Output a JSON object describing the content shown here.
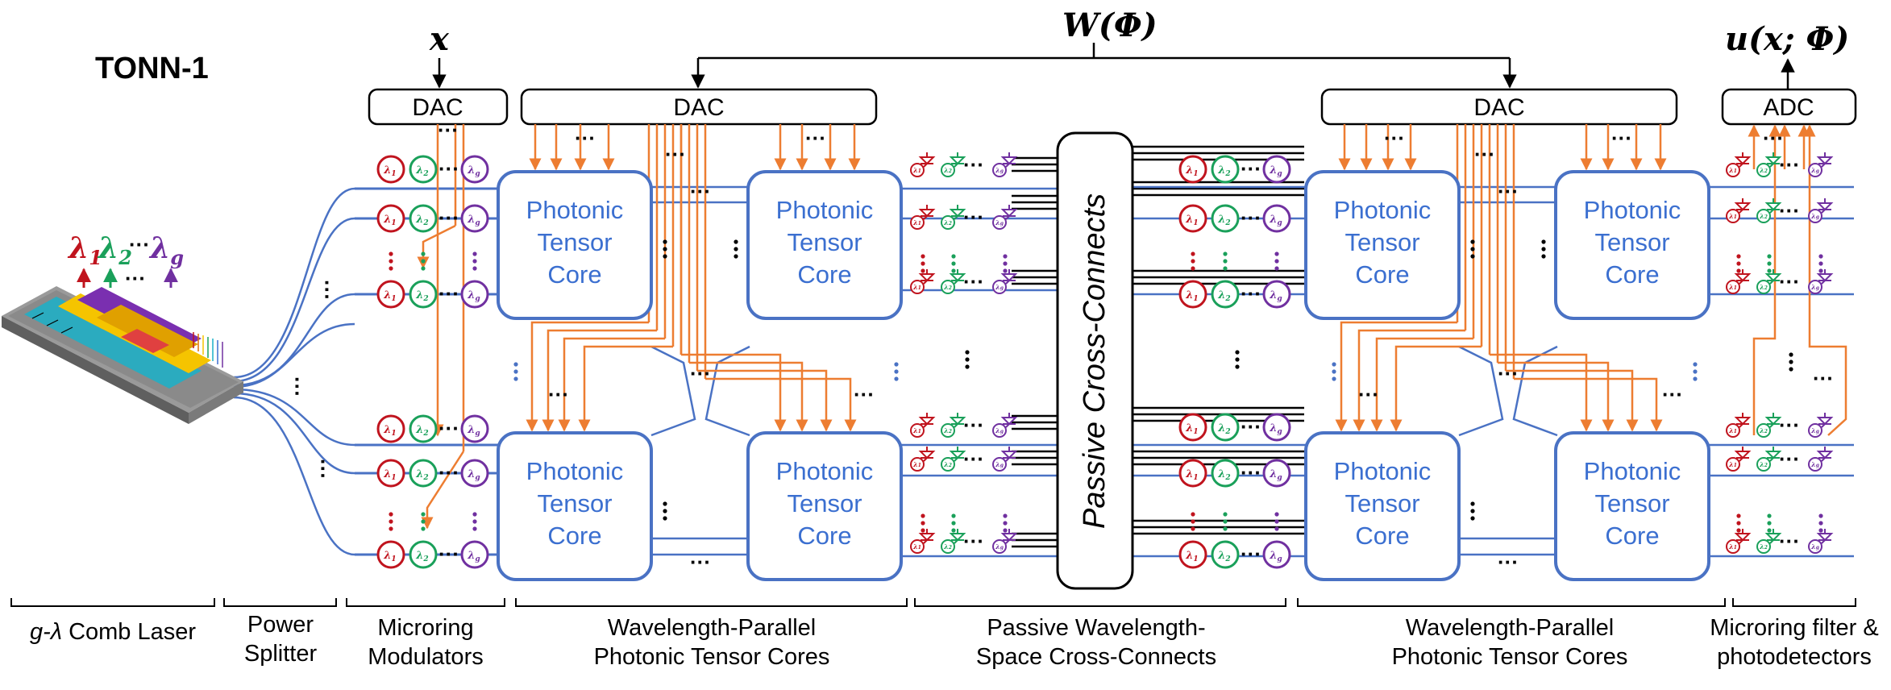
{
  "title": "TONN-1",
  "labels": {
    "input": "x",
    "weights": "W(Φ)",
    "output": "u(x; Φ)",
    "dac": "DAC",
    "adc": "ADC",
    "ptc_line1": "Photonic",
    "ptc_line2": "Tensor",
    "ptc_line3": "Core",
    "cross_connects": "Passive Cross-Connects",
    "lambda_1": "λ",
    "lambda_2": "λ",
    "lambda_g": "λ",
    "lambda_1_sub": "1",
    "lambda_2_sub": "2",
    "lambda_g_sub": "g",
    "ellipsis": "···"
  },
  "sections": {
    "comb_laser_prefix": "g-λ",
    "comb_laser_suffix": " Comb Laser",
    "power_splitter_1": "Power",
    "power_splitter_2": "Splitter",
    "modulators_1": "Microring",
    "modulators_2": "Modulators",
    "ptc_left_1": "Wavelength-Parallel",
    "ptc_left_2": "Photonic Tensor Cores",
    "cross_1": "Passive Wavelength-",
    "cross_2": "Space Cross-Connects",
    "ptc_right_1": "Wavelength-Parallel",
    "ptc_right_2": "Photonic Tensor Cores",
    "filters_1": "Microring filter &",
    "filters_2": "photodetectors"
  },
  "colors": {
    "lambda_1": "#c0141e",
    "lambda_2": "#1aa05a",
    "lambda_g": "#7030a0",
    "waveguide": "#4a72c4",
    "control": "#ed7d31",
    "box_stroke": "#4a72c4",
    "text": "#000000"
  }
}
